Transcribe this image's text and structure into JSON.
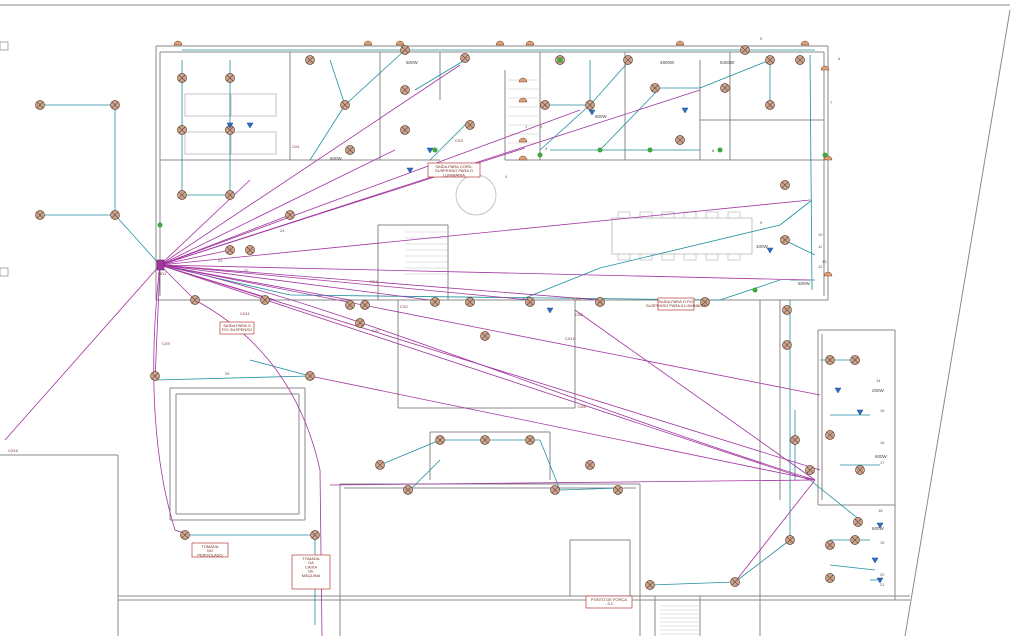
{
  "drawing": {
    "colors": {
      "wall": "#8a8a8a",
      "wall_light": "#c4c4c4",
      "conduit_ceiling": "#1f8f9f",
      "conduit_home_run": "#a235a0",
      "fixture_fill": "#c9a48e",
      "fixture_stroke": "#6a4433",
      "note_border": "#b23a3a",
      "outlet": "#2e6fc2",
      "switch_green": "#3aa83a"
    },
    "notes": [
      "SAÍDA PARA CORD. SUSPENSO PARA O LUMINÁRIA",
      "SAÍDA PARA O FIO SUSPENSO PARA A LUMINÁRIA",
      "SAÍDA PARA O FIO SUSPENSO",
      "TOMADA NO PERGOLADO",
      "TOMADA DA CAIXA DE MÁQUINA",
      "PONTO DE FORÇA - 3.1"
    ],
    "panel_tags": [
      "QD1",
      "CX1",
      "CX2",
      "CX3",
      "CX4",
      "CX5",
      "CX6",
      "CX7",
      "CX8",
      "CX9",
      "CX10",
      "CX11",
      "CX12"
    ],
    "power_labels": [
      "600W",
      "4800W",
      "5400W",
      "600W",
      "600W",
      "100W",
      "600W",
      "200W",
      "600W",
      "600W",
      "600W"
    ],
    "circuit_numbers": [
      "1",
      "2",
      "3",
      "4",
      "5",
      "6",
      "7",
      "8",
      "9",
      "10",
      "11",
      "12",
      "13",
      "14",
      "15",
      "16",
      "17",
      "18",
      "19",
      "20",
      "21",
      "22",
      "23",
      "24",
      "25",
      "26",
      "27"
    ]
  }
}
